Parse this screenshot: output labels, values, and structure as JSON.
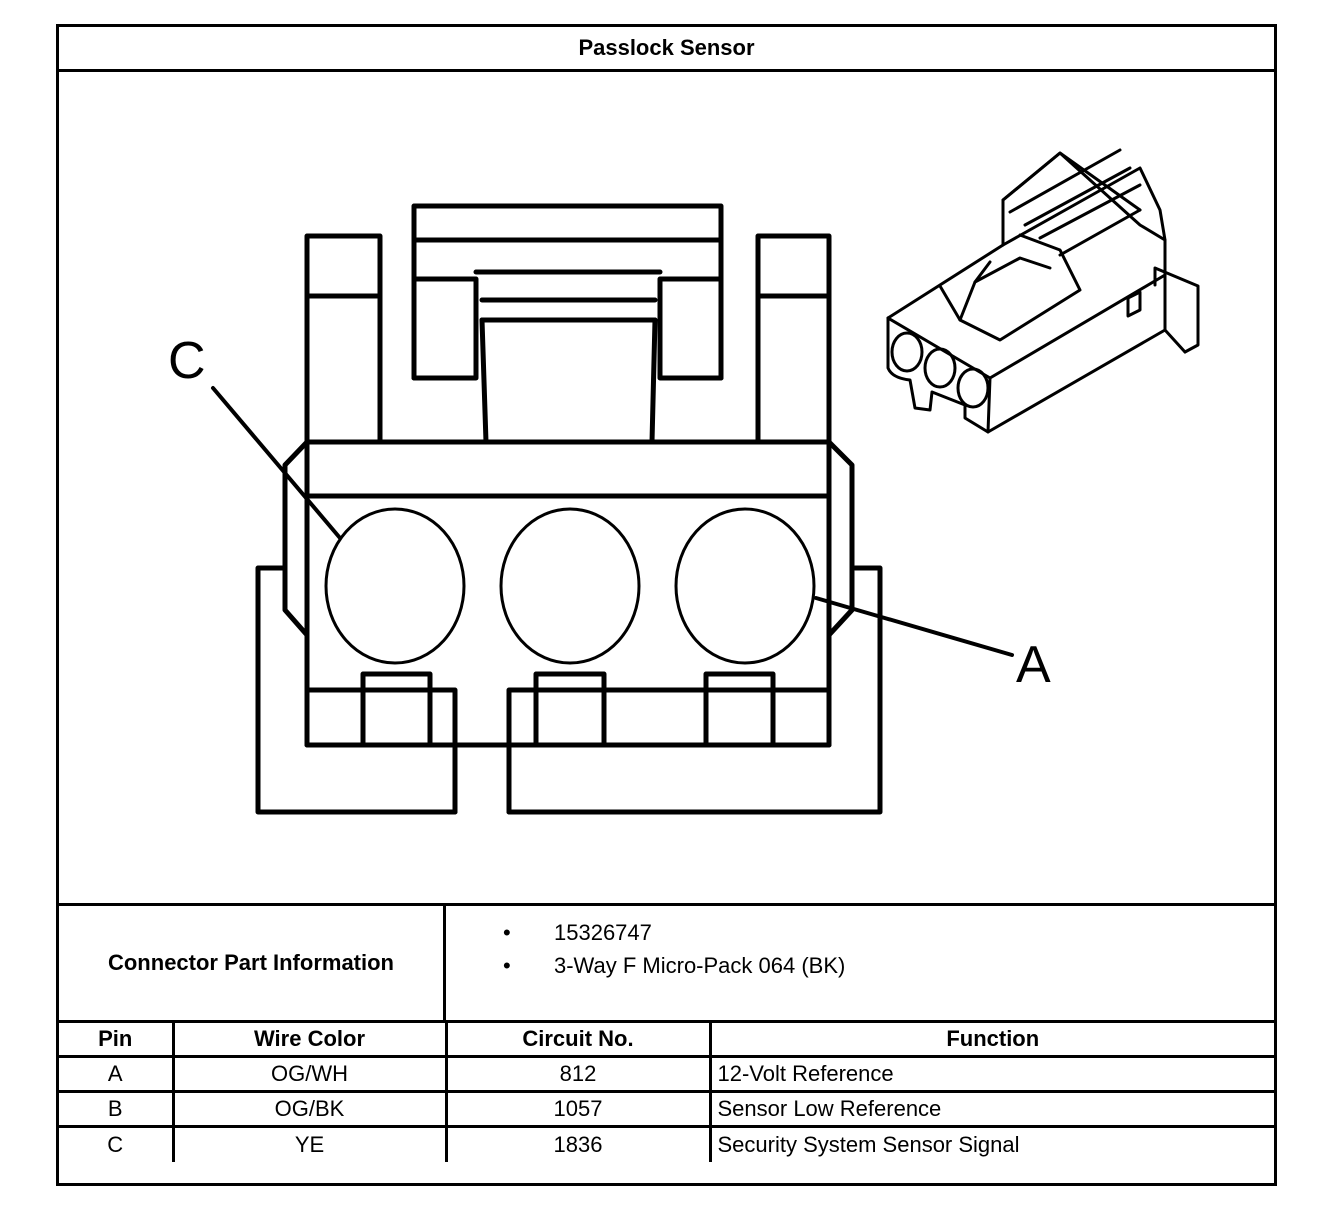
{
  "title": "Passlock Sensor",
  "diagram": {
    "callouts": [
      "C",
      "A"
    ]
  },
  "connector_info": {
    "label": "Connector Part Information",
    "items": [
      "15326747",
      "3-Way F Micro-Pack 064 (BK)"
    ]
  },
  "pin_table": {
    "headers": [
      "Pin",
      "Wire Color",
      "Circuit No.",
      "Function"
    ],
    "rows": [
      [
        "A",
        "OG/WH",
        "812",
        "12-Volt Reference"
      ],
      [
        "B",
        "OG/BK",
        "1057",
        "Sensor Low Reference"
      ],
      [
        "C",
        "YE",
        "1836",
        "Security System Sensor Signal"
      ]
    ]
  }
}
